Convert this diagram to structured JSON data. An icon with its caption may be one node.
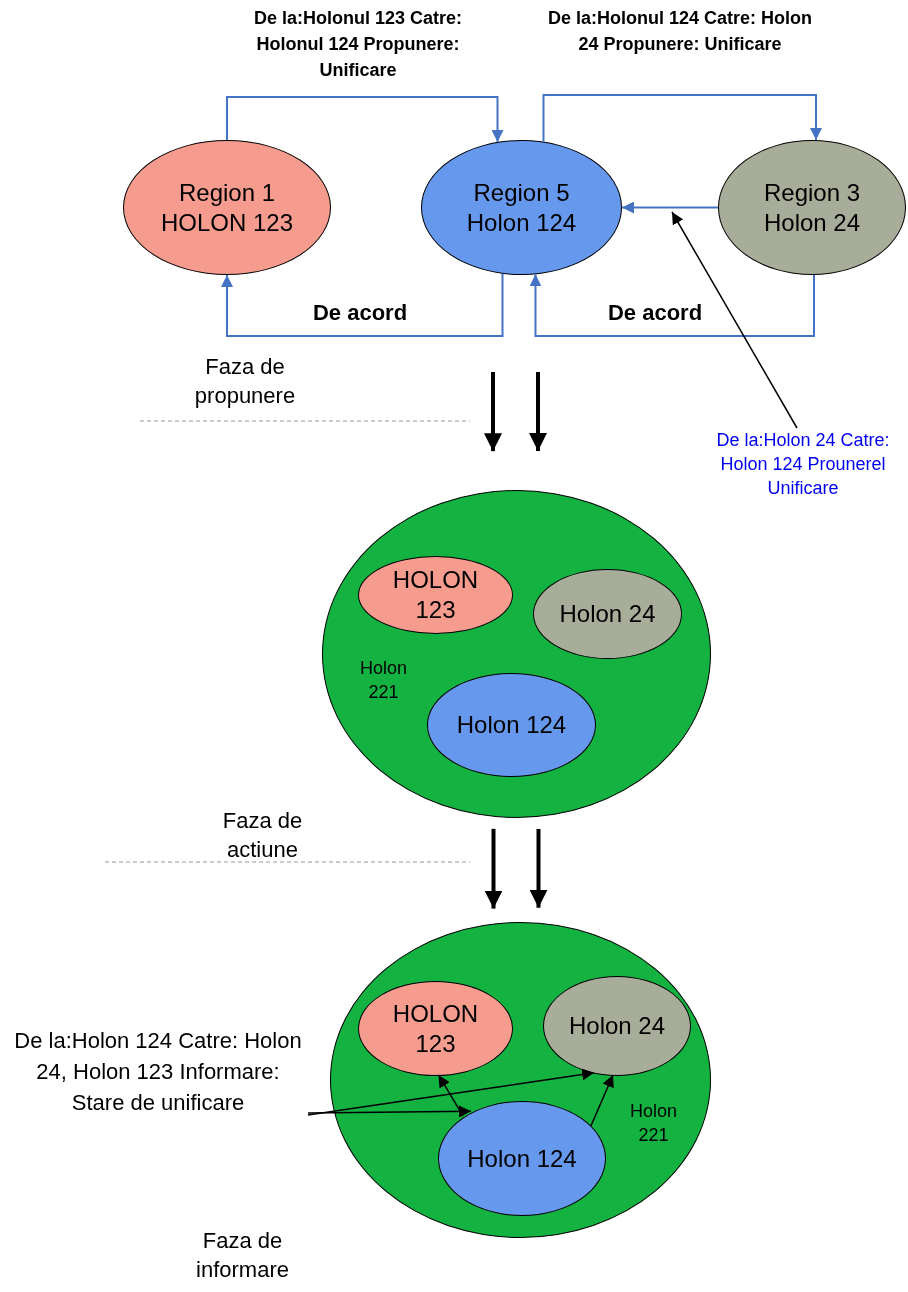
{
  "diagram": {
    "nodes": [
      {
        "text": [
          "Region 1 HOLON 123"
        ]
      },
      {
        "text": [
          "Region 5 Holon 124"
        ]
      },
      {
        "text": [
          "Region 3 Holon 24"
        ]
      },
      {
        "text": [
          "De la:Holon 24 Catre: Holon 124 Prounerel Unificare"
        ]
      },
      {
        "text": [
          "Holon 221"
        ]
      },
      {
        "text": [
          "HOLON 123"
        ],
        "in": 4
      },
      {
        "text": [
          "Holon 24"
        ],
        "in": 4
      },
      {
        "text": [
          "Holon 124"
        ],
        "in": 4
      },
      {
        "text": [
          "Holon 221"
        ]
      },
      {
        "text": [
          "HOLON 123"
        ],
        "in": 8
      },
      {
        "text": [
          "Holon 24"
        ],
        "in": 8
      },
      {
        "text": [
          "Holon 124"
        ],
        "in": 8
      },
      {
        "text": [
          "De la:Holon 124 Catre: Holon 24, Holon 123 Informare: Stare de unificare"
        ]
      }
    ],
    "edges": [
      {
        "from": 0,
        "to": 1,
        "arrow": "to",
        "label": "De la:Holonul 123 Catre: Holonul 124 Propunere: Unificare",
        "color": "#4472c4"
      },
      {
        "from": 1,
        "to": 2,
        "arrow": "to",
        "label": "De la:Holonul 124 Catre: Holon 24 Propunere: Unificare",
        "color": "#4472c4"
      },
      {
        "from": 1,
        "to": 0,
        "arrow": "to",
        "label": "De acord",
        "color": "#4472c4"
      },
      {
        "from": 2,
        "to": 1,
        "arrow": "to",
        "label": "De acord",
        "color": "#4472c4"
      },
      {
        "from": 2,
        "to": 1,
        "arrow": "to",
        "color": "#4472c4"
      },
      {
        "from": 3,
        "to": null,
        "arrow": "to"
      },
      {
        "from": null,
        "to": 4,
        "arrow": "to",
        "style": "thick"
      },
      {
        "from": null,
        "to": 4,
        "arrow": "to",
        "style": "thick"
      },
      {
        "from": 4,
        "to": 8,
        "arrow": "to",
        "style": "thick"
      },
      {
        "from": 4,
        "to": 8,
        "arrow": "to",
        "style": "thick"
      },
      {
        "from": 11,
        "to": 9,
        "arrow": "to"
      },
      {
        "from": 11,
        "to": 10,
        "arrow": "to"
      },
      {
        "from": 12,
        "to": 11,
        "arrow": "to"
      },
      {
        "from": 12,
        "to": 10,
        "arrow": "to"
      }
    ],
    "labels": [
      "Faza de propunere",
      "Faza de actiune",
      "Faza de informare"
    ]
  }
}
